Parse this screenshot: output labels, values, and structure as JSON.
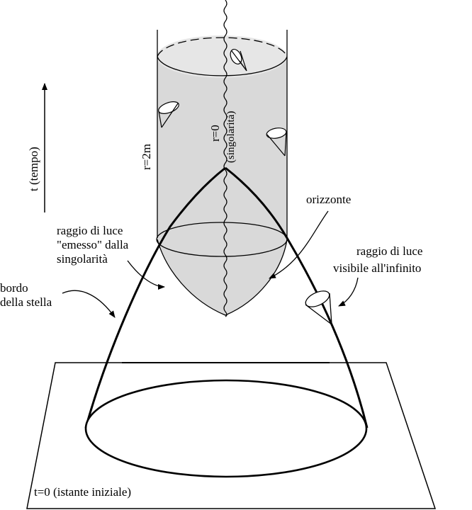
{
  "labels": {
    "time_axis": "t (tempo)",
    "r_2m": "r=2m",
    "r_0": "r=0",
    "singularity": "(singolarità)",
    "horizon": "orizzonte",
    "light_ray_emitted_1": "raggio di luce",
    "light_ray_emitted_2": "\"emesso\" dalla",
    "light_ray_emitted_3": "singolarità",
    "light_ray_visible_1": "raggio di luce",
    "light_ray_visible_2": "visibile all'infinito",
    "star_edge_1": "bordo",
    "star_edge_2": "della stella",
    "initial_instant": "t=0 (istante iniziale)"
  },
  "colors": {
    "ink": "#000000",
    "black_hole_fill": "#d9d9d9",
    "background": "#ffffff"
  }
}
